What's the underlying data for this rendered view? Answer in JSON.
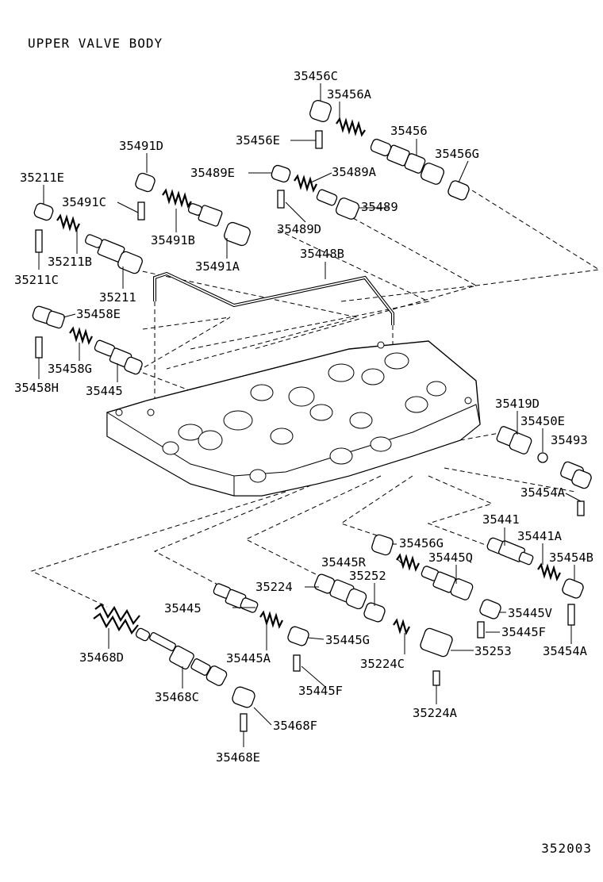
{
  "title": "UPPER VALVE BODY",
  "figure_number": "352003",
  "callouts": [
    "35456C",
    "35456A",
    "35456",
    "35456E",
    "35456G",
    "35491D",
    "35489E",
    "35489A",
    "35211E",
    "35491C",
    "35489",
    "35489D",
    "35491B",
    "35211B",
    "35491A",
    "35211C",
    "35448B",
    "35211",
    "35458E",
    "35458G",
    "35458H",
    "35445",
    "35419D",
    "35450E",
    "35493",
    "35454A",
    "35441",
    "35456G",
    "35441A",
    "35445R",
    "35445Q",
    "35454B",
    "35252",
    "35224",
    "35445V",
    "35445",
    "35445F",
    "35468D",
    "35445G",
    "35445A",
    "35253",
    "35454A",
    "35224C",
    "35468C",
    "35445F",
    "35224A",
    "35468F",
    "35468E"
  ]
}
